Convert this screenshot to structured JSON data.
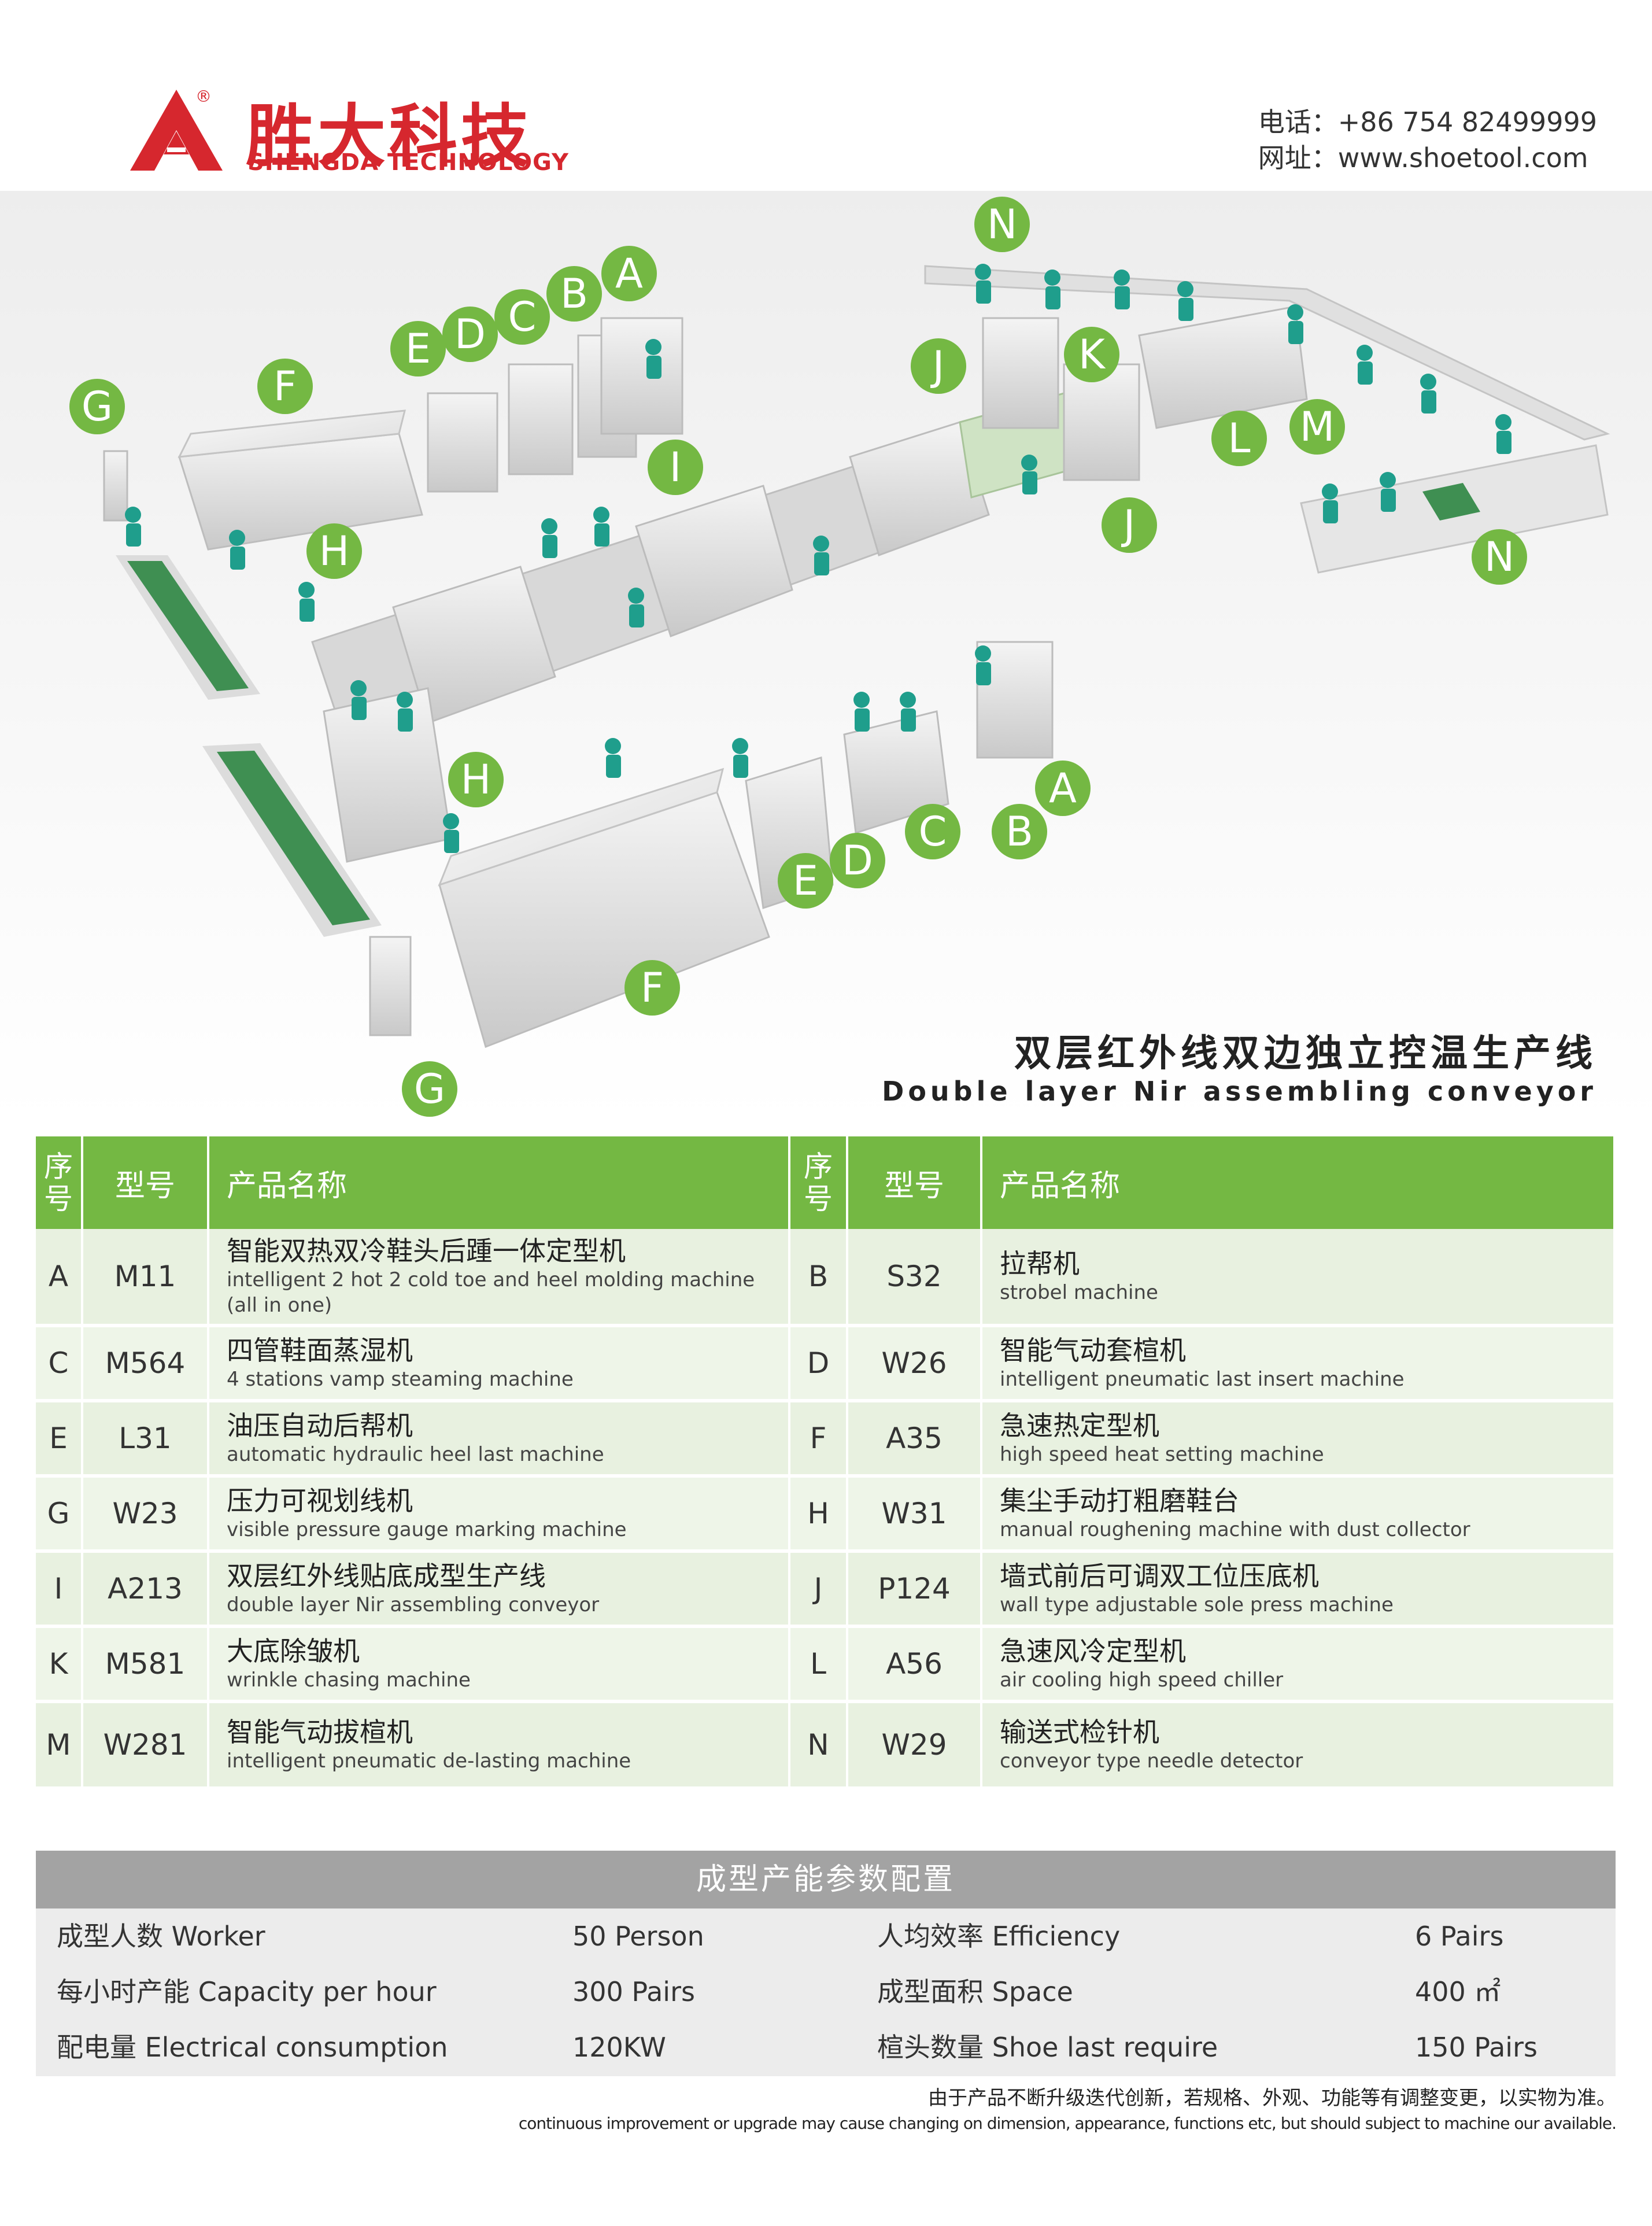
{
  "brand": {
    "name_cn": "胜大科技",
    "name_en": "SHENGDA TECHNOLOGY",
    "reg_mark": "®",
    "color": "#d6272e"
  },
  "contact": {
    "phone": "电话：+86 754 82499999",
    "website": "网址：www.shoetool.com"
  },
  "scene": {
    "title_cn": "双层红外线双边独立控温生产线",
    "title_en": "Double layer Nir assembling conveyor",
    "marker_color": "#74b843",
    "markers": [
      "A",
      "B",
      "C",
      "D",
      "E",
      "F",
      "G",
      "H",
      "I",
      "J",
      "K",
      "L",
      "M",
      "N"
    ]
  },
  "table": {
    "header_color": "#74b843",
    "headers": {
      "seq": "序号",
      "model": "型号",
      "name": "产品名称"
    },
    "rows": [
      [
        {
          "letter": "A",
          "model": "M11",
          "cn": "智能双热双冷鞋头后踵一体定型机",
          "en": "intelligent 2 hot 2 cold toe and heel molding machine (all in one)"
        },
        {
          "letter": "B",
          "model": "S32",
          "cn": "拉帮机",
          "en": "strobel machine"
        }
      ],
      [
        {
          "letter": "C",
          "model": "M564",
          "cn": "四管鞋面蒸湿机",
          "en": "4 stations vamp steaming machine"
        },
        {
          "letter": "D",
          "model": "W26",
          "cn": "智能气动套楦机",
          "en": "intelligent pneumatic last insert machine"
        }
      ],
      [
        {
          "letter": "E",
          "model": "L31",
          "cn": "油压自动后帮机",
          "en": "automatic hydraulic heel last machine"
        },
        {
          "letter": "F",
          "model": "A35",
          "cn": "急速热定型机",
          "en": "high speed heat setting machine"
        }
      ],
      [
        {
          "letter": "G",
          "model": "W23",
          "cn": "压力可视划线机",
          "en": "visible pressure gauge marking machine"
        },
        {
          "letter": "H",
          "model": "W31",
          "cn": "集尘手动打粗磨鞋台",
          "en": "manual roughening machine with dust collector"
        }
      ],
      [
        {
          "letter": "I",
          "model": "A213",
          "cn": "双层红外线贴底成型生产线",
          "en": "double layer Nir assembling conveyor"
        },
        {
          "letter": "J",
          "model": "P124",
          "cn": "墙式前后可调双工位压底机",
          "en": "wall type adjustable sole press machine"
        }
      ],
      [
        {
          "letter": "K",
          "model": "M581",
          "cn": "大底除皱机",
          "en": "wrinkle chasing machine"
        },
        {
          "letter": "L",
          "model": "A56",
          "cn": "急速风冷定型机",
          "en": "air cooling high speed chiller"
        }
      ],
      [
        {
          "letter": "M",
          "model": "W281",
          "cn": "智能气动拔楦机",
          "en": "intelligent pneumatic de-lasting machine"
        },
        {
          "letter": "N",
          "model": "W29",
          "cn": "输送式检针机",
          "en": "conveyor type needle detector"
        }
      ]
    ]
  },
  "capacity": {
    "title": "成型产能参数配置",
    "rows": [
      {
        "k1": "成型人数 Worker",
        "v1": "50 Person",
        "k2": "人均效率 Efficiency",
        "v2": "6 Pairs"
      },
      {
        "k1": "每小时产能 Capacity per hour",
        "v1": "300 Pairs",
        "k2": "成型面积 Space",
        "v2": "400 ㎡"
      },
      {
        "k1": "配电量 Electrical consumption",
        "v1": "120KW",
        "k2": "楦头数量 Shoe last require",
        "v2": "150 Pairs"
      }
    ]
  },
  "footnote": {
    "cn": "由于产品不断升级迭代创新，若规格、外观、功能等有调整变更，以实物为准。",
    "en": "continuous improvement or upgrade may cause changing on dimension, appearance, functions etc, but  should subject to machine our available."
  }
}
